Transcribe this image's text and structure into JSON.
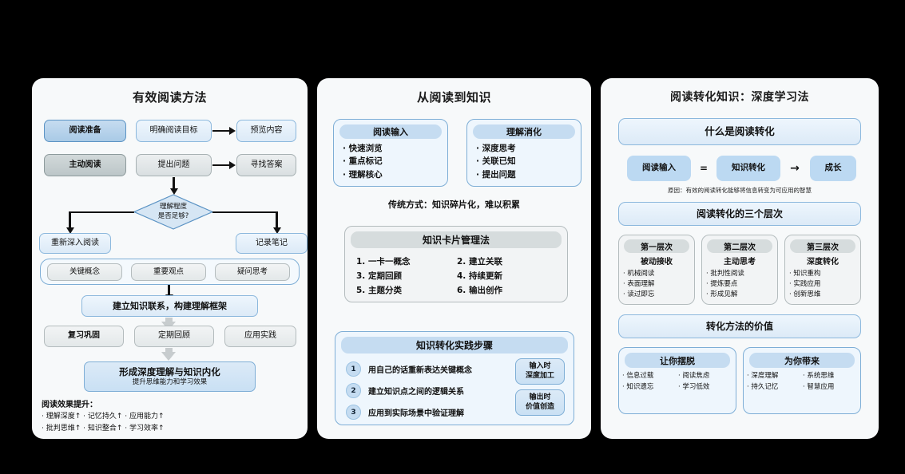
{
  "panels": {
    "p1": {
      "title": "有效阅读方法",
      "row1": [
        "阅读准备",
        "明确阅读目标",
        "预览内容"
      ],
      "row2": [
        "主动阅读",
        "提出问题",
        "寻找答案"
      ],
      "decision": [
        "理解程度",
        "是否足够?"
      ],
      "branch": [
        "重新深入阅读",
        "记录笔记"
      ],
      "concepts": [
        "关键概念",
        "重要观点",
        "疑问思考"
      ],
      "synth": "建立知识联系，构建理解框架",
      "row4": [
        "复习巩固",
        "定期回顾",
        "应用实践"
      ],
      "final_main": "形成深度理解与知识内化",
      "final_sub": "提升思维能力和学习效果",
      "footer_title": "阅读效果提升：",
      "footer_lines": [
        "· 理解深度↑ · 记忆持久↑ · 应用能力↑",
        "· 批判思维↑ · 知识整合↑ · 学习效率↑"
      ]
    },
    "p2": {
      "title": "从阅读到知识",
      "card_left": {
        "head": "阅读输入",
        "items": [
          "· 快速浏览",
          "· 重点标记",
          "· 理解核心"
        ]
      },
      "card_right": {
        "head": "理解消化",
        "items": [
          "· 深度思考",
          "· 关联已知",
          "· 提出问题"
        ]
      },
      "note": "传统方式：知识碎片化，难以积累",
      "cardmethod": {
        "head": "知识卡片管理法",
        "items": [
          "1. 一卡一概念",
          "2. 建立关联",
          "3. 定期回顾",
          "4. 持续更新",
          "5. 主题分类",
          "6. 输出创作"
        ]
      },
      "practice": {
        "head": "知识转化实践步骤",
        "steps": [
          {
            "num": "1",
            "text": "用自己的话重新表达关键概念"
          },
          {
            "num": "2",
            "text": "建立知识点之间的逻辑关系"
          },
          {
            "num": "3",
            "text": "应用到实际场景中验证理解"
          }
        ],
        "tags": [
          [
            "输入时",
            "深度加工"
          ],
          [
            "输出时",
            "价值创造"
          ]
        ]
      }
    },
    "p3": {
      "title": "阅读转化知识：深度学习法",
      "section1": "什么是阅读转化",
      "equation": [
        "阅读输入",
        "=",
        "知识转化",
        "→",
        "成长"
      ],
      "reason": "原因：有效的阅读转化能够将信息转变为可应用的智慧",
      "section2": "阅读转化的三个层次",
      "layers": [
        {
          "head": "第一层次",
          "sub": "被动接收",
          "items": [
            "· 机械阅读",
            "· 表面理解",
            "· 读过即忘"
          ]
        },
        {
          "head": "第二层次",
          "sub": "主动思考",
          "items": [
            "· 批判性阅读",
            "· 提炼要点",
            "· 形成见解"
          ]
        },
        {
          "head": "第三层次",
          "sub": "深度转化",
          "items": [
            "· 知识重构",
            "· 实践应用",
            "· 创新思维"
          ]
        }
      ],
      "section3": "转化方法的价值",
      "value_cards": [
        {
          "head": "让你摆脱",
          "items": [
            "· 信息过载",
            "· 阅读焦虑",
            "· 知识遗忘",
            "· 学习低效"
          ]
        },
        {
          "head": "为你带来",
          "items": [
            "· 深度理解",
            "· 系统思维",
            "· 持久记忆",
            "· 智慧应用"
          ]
        }
      ]
    }
  },
  "colors": {
    "background": "#000000",
    "panel": "#f7f9fa",
    "blue_strong": "#a9cae6",
    "blue_light": "#c9e0f4",
    "blue_pale": "#dceaf7",
    "gray_strong": "#bcc6c8",
    "gray_light": "#d9dfe1",
    "accent_border": "#5b93c4"
  }
}
